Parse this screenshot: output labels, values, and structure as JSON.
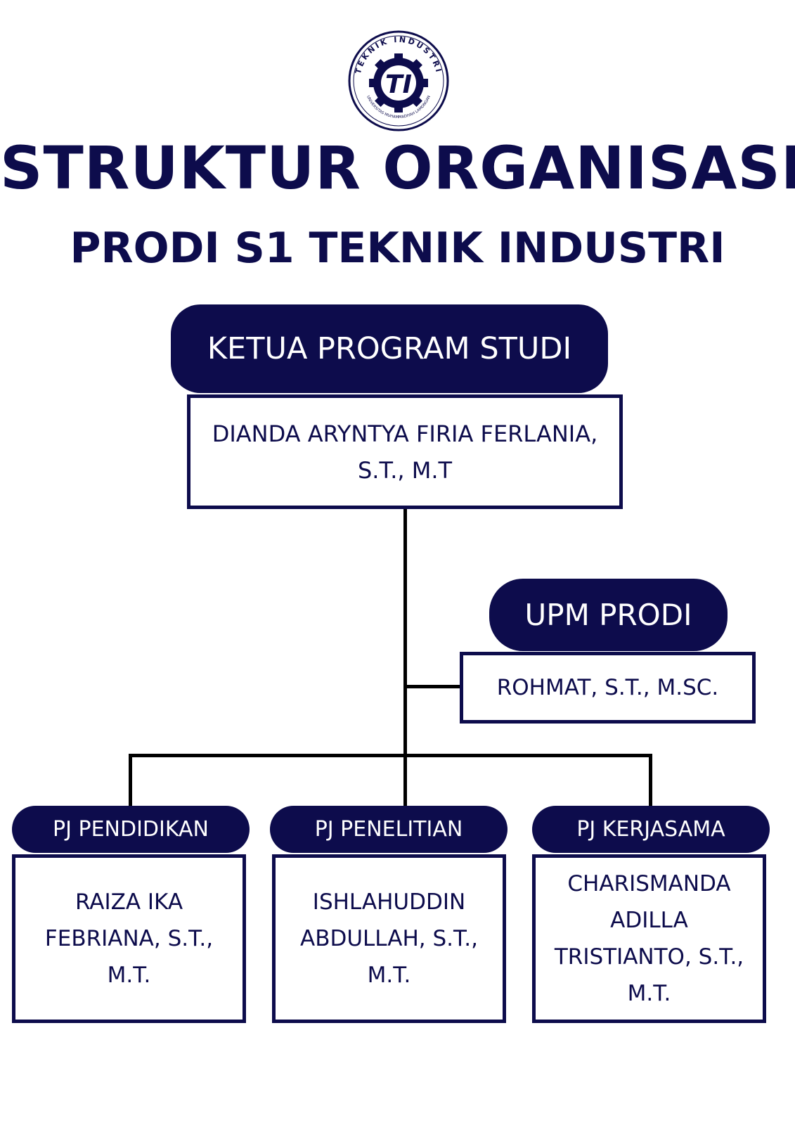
{
  "logo": {
    "ring_text_top": "TEKNIK INDUSTRI",
    "ring_text_bottom": "UNIVERSITAS MUHAMMADIYAH LAMONGAN",
    "emblem": "TI"
  },
  "title": "STRUKTUR ORGANISASI",
  "subtitle": "PRODI S1 TEKNIK INDUSTRI",
  "head": {
    "role": "KETUA PROGRAM STUDI",
    "name_line1": "DIANDA ARYNTYA FIRIA FERLANIA,",
    "name_line2": "S.T., M.T"
  },
  "upm": {
    "role": "UPM PRODI",
    "name": "ROHMAT, S.T., M.SC."
  },
  "units": [
    {
      "role": "PJ PENDIDIKAN",
      "name_lines": [
        "RAIZA IKA",
        "FEBRIANA, S.T.,",
        "M.T."
      ]
    },
    {
      "role": "PJ PENELITIAN",
      "name_lines": [
        "ISHLAHUDDIN",
        "ABDULLAH, S.T.,",
        "M.T."
      ]
    },
    {
      "role": "PJ KERJASAMA",
      "name_lines": [
        "CHARISMANDA",
        "ADILLA",
        "TRISTIANTO, S.T.,",
        "M.T."
      ]
    }
  ],
  "colors": {
    "navy": "#0d0c4c",
    "connector": "#000000",
    "background": "#ffffff"
  }
}
